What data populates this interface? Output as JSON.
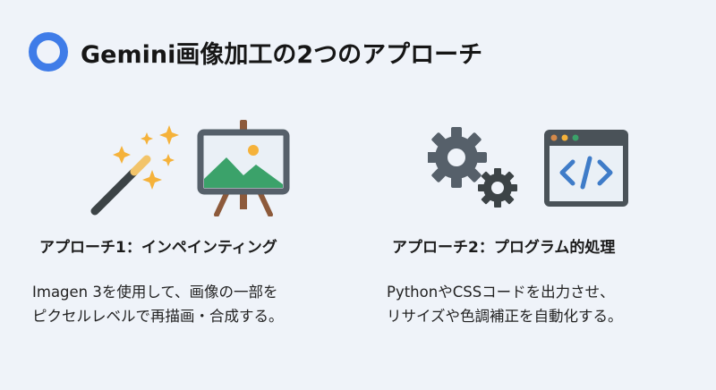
{
  "header": {
    "title": "Gemini画像加工の2つのアプローチ",
    "accent_color": "#3f7ce8"
  },
  "approaches": [
    {
      "heading": "アプローチ1：インペインティング",
      "description": " Imagen 3を使用して、画像の一部を\nピクセルレベルで再描画・合成する。",
      "icons": [
        "magic-wand-icon",
        "easel-picture-icon"
      ]
    },
    {
      "heading": "アプローチ2：プログラム的処理",
      "description": " PythonやCSSコードを出力させ、\nリサイズや色調補正を自動化する。",
      "icons": [
        "gears-icon",
        "code-window-icon"
      ]
    }
  ]
}
